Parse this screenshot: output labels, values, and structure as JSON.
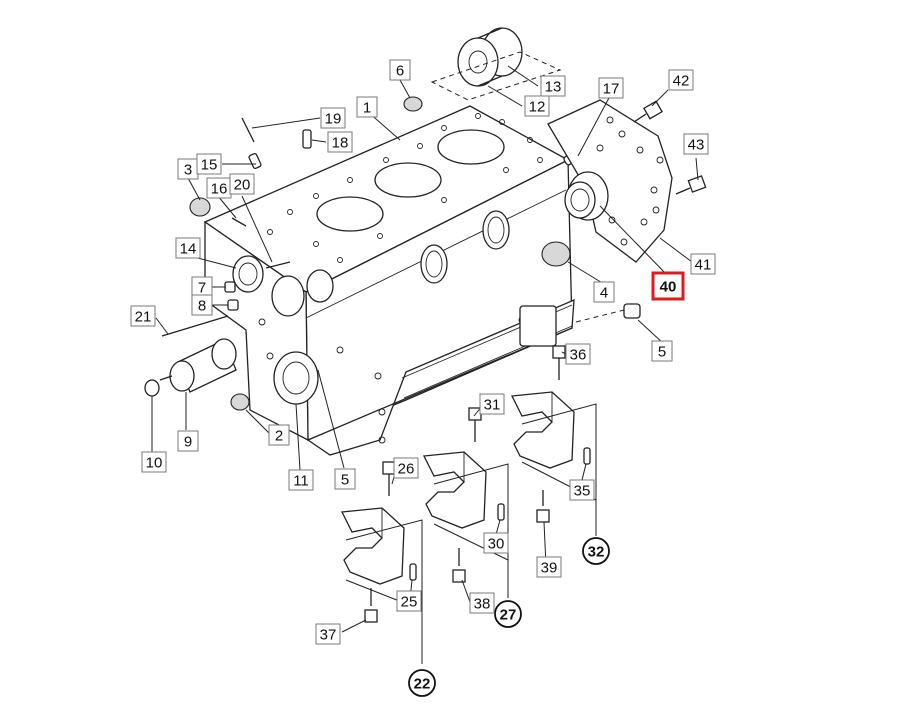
{
  "figure": {
    "highlight_color": "#e0191f",
    "callouts": [
      {
        "id": "c1",
        "label": "1",
        "shape": "box"
      },
      {
        "id": "c2",
        "label": "2",
        "shape": "box"
      },
      {
        "id": "c3",
        "label": "3",
        "shape": "box"
      },
      {
        "id": "c4",
        "label": "4",
        "shape": "box"
      },
      {
        "id": "c5a",
        "label": "5",
        "shape": "box"
      },
      {
        "id": "c5b",
        "label": "5",
        "shape": "box"
      },
      {
        "id": "c6",
        "label": "6",
        "shape": "box"
      },
      {
        "id": "c7",
        "label": "7",
        "shape": "box"
      },
      {
        "id": "c8",
        "label": "8",
        "shape": "box"
      },
      {
        "id": "c9",
        "label": "9",
        "shape": "box"
      },
      {
        "id": "c10",
        "label": "10",
        "shape": "box"
      },
      {
        "id": "c11",
        "label": "11",
        "shape": "box"
      },
      {
        "id": "c12",
        "label": "12",
        "shape": "box"
      },
      {
        "id": "c13",
        "label": "13",
        "shape": "box"
      },
      {
        "id": "c14",
        "label": "14",
        "shape": "box"
      },
      {
        "id": "c15",
        "label": "15",
        "shape": "box"
      },
      {
        "id": "c16",
        "label": "16",
        "shape": "box"
      },
      {
        "id": "c17",
        "label": "17",
        "shape": "box"
      },
      {
        "id": "c18",
        "label": "18",
        "shape": "box"
      },
      {
        "id": "c19",
        "label": "19",
        "shape": "box"
      },
      {
        "id": "c20",
        "label": "20",
        "shape": "box"
      },
      {
        "id": "c21",
        "label": "21",
        "shape": "box"
      },
      {
        "id": "c22",
        "label": "22",
        "shape": "circle"
      },
      {
        "id": "c25",
        "label": "25",
        "shape": "box"
      },
      {
        "id": "c26",
        "label": "26",
        "shape": "box"
      },
      {
        "id": "c27",
        "label": "27",
        "shape": "circle"
      },
      {
        "id": "c30",
        "label": "30",
        "shape": "box"
      },
      {
        "id": "c31",
        "label": "31",
        "shape": "box"
      },
      {
        "id": "c32",
        "label": "32",
        "shape": "circle"
      },
      {
        "id": "c35",
        "label": "35",
        "shape": "box"
      },
      {
        "id": "c36",
        "label": "36",
        "shape": "box"
      },
      {
        "id": "c37",
        "label": "37",
        "shape": "box"
      },
      {
        "id": "c38",
        "label": "38",
        "shape": "box"
      },
      {
        "id": "c39",
        "label": "39",
        "shape": "box"
      },
      {
        "id": "c40",
        "label": "40",
        "shape": "box",
        "highlighted": true
      },
      {
        "id": "c41",
        "label": "41",
        "shape": "box"
      },
      {
        "id": "c42",
        "label": "42",
        "shape": "box"
      },
      {
        "id": "c43",
        "label": "43",
        "shape": "box"
      }
    ]
  }
}
